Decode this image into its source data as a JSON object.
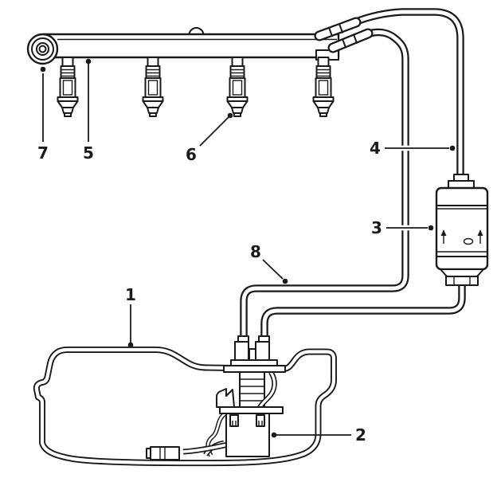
{
  "colors": {
    "ink": "#1a1a1a",
    "paper": "#ffffff"
  },
  "callouts": [
    {
      "number": "1"
    },
    {
      "number": "2"
    },
    {
      "number": "3"
    },
    {
      "number": "4"
    },
    {
      "number": "5"
    },
    {
      "number": "6"
    },
    {
      "number": "7"
    },
    {
      "number": "8"
    }
  ]
}
